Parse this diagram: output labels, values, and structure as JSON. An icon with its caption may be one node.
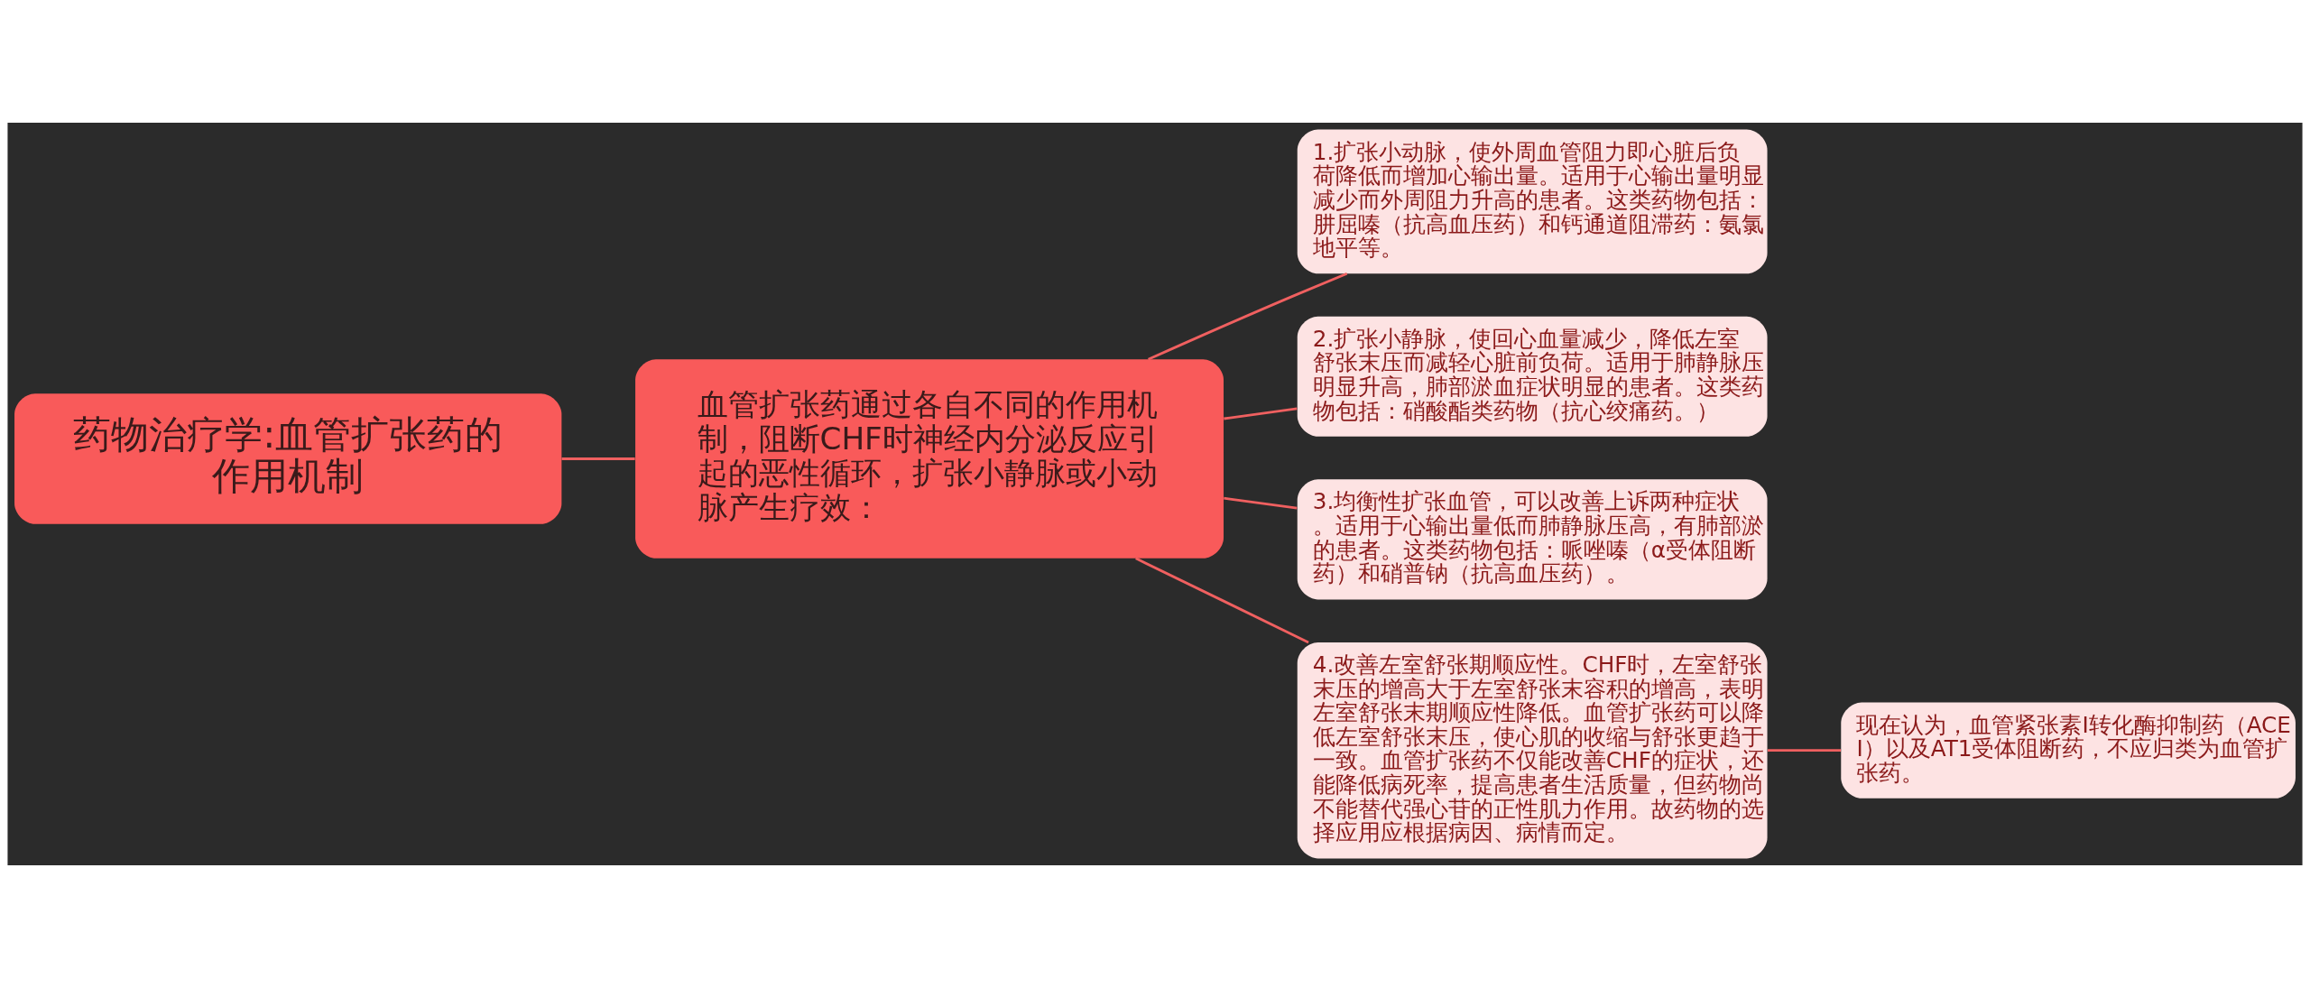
{
  "diagram": {
    "nodes": [
      {
        "text": [
          "药物治疗学:血管扩张药的作用机制"
        ]
      },
      {
        "text": [
          "血管扩张药通过各自不同的作用机制，阻断CHF时神经内分泌反应引起的恶性循环，扩张小静脉或小动脉产生疗效："
        ]
      },
      {
        "text": [
          "1.扩张小动脉，使外周血管阻力即心脏后负荷降低而增加心输出量。适用于心输出量明显减少而外周阻力升高的患者。这类药物包括：肼屈嗪（抗高血压药）和钙通道阻滞药：氨氯地平等。"
        ]
      },
      {
        "text": [
          "2.扩张小静脉，使回心血量减少，降低左室舒张末压而减轻心脏前负荷。适用于肺静脉压明显升高，肺部淤血症状明显的患者。这类药物包括：硝酸酯类药物（抗心绞痛药。）"
        ]
      },
      {
        "text": [
          "3.均衡性扩张血管，可以改善上诉两种症状。适用于心输出量低而肺静脉压高，有肺部淤的患者。这类药物包括：哌唑嗪（α受体阻断药）和硝普钠（抗高血压药）。"
        ]
      },
      {
        "text": [
          "4.改善左室舒张期顺应性。CHF时，左室舒张末压的增高大于左室舒张末容积的增高，表明左室舒张末期顺应性降低。血管扩张药可以降低左室舒张末压，使心肌的收缩与舒张更趋于一致。血管扩张药不仅能改善CHF的症状，还能降低病死率，提高患者生活质量，但药物尚不能替代强心苷的正性肌力作用。故药物的选择应用应根据病因、病情而定。"
        ]
      },
      {
        "text": [
          "现在认为，血管紧张素Ⅰ转化酶抑制药（ACEI）以及AT1受体阻断药，不应归类为血管扩张药。"
        ]
      }
    ],
    "edges": [
      {
        "from": 0,
        "to": 1,
        "arrow": "none"
      },
      {
        "from": 1,
        "to": 2,
        "arrow": "none"
      },
      {
        "from": 1,
        "to": 3,
        "arrow": "none"
      },
      {
        "from": 1,
        "to": 4,
        "arrow": "none"
      },
      {
        "from": 1,
        "to": 5,
        "arrow": "none"
      },
      {
        "from": 5,
        "to": 6,
        "arrow": "none"
      }
    ]
  }
}
